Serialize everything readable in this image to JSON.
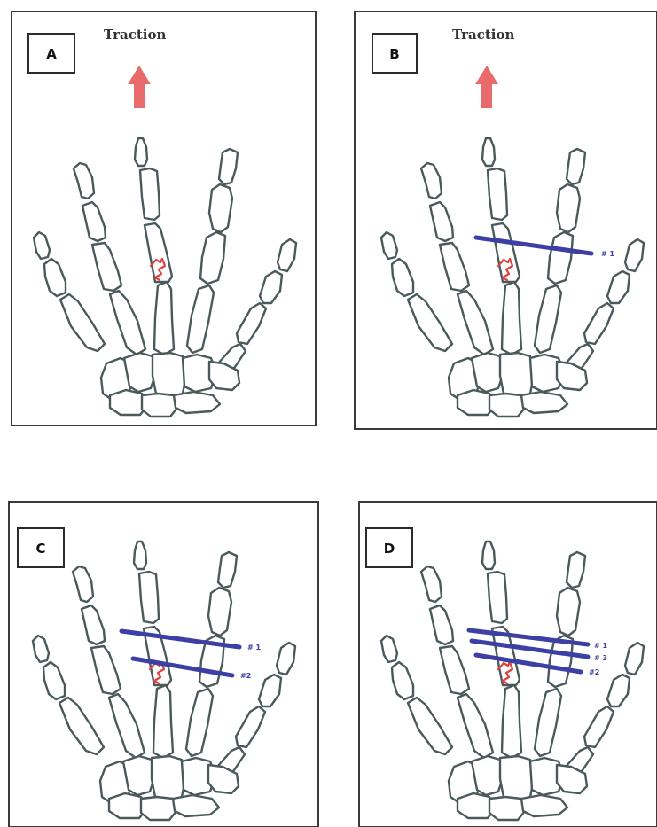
{
  "panels": [
    {
      "id": "A",
      "label": "A",
      "title": "Traction",
      "arrow": true,
      "wires": []
    },
    {
      "id": "B",
      "label": "B",
      "title": "Traction",
      "arrow": true,
      "wires": [
        {
          "label": "# 1"
        }
      ]
    },
    {
      "id": "C",
      "label": "C",
      "title": "",
      "arrow": false,
      "wires": [
        {
          "label": "# 1"
        },
        {
          "label": "#2"
        }
      ]
    },
    {
      "id": "D",
      "label": "D",
      "title": "",
      "arrow": false,
      "wires": [
        {
          "label": "# 1"
        },
        {
          "label": "# 3"
        },
        {
          "label": "#2"
        }
      ]
    }
  ],
  "colors": {
    "arrow": "#e86a6a",
    "wire": "#3c3fa3",
    "fracture": "#e0413f",
    "bone_outline": "#4a5a5a"
  }
}
